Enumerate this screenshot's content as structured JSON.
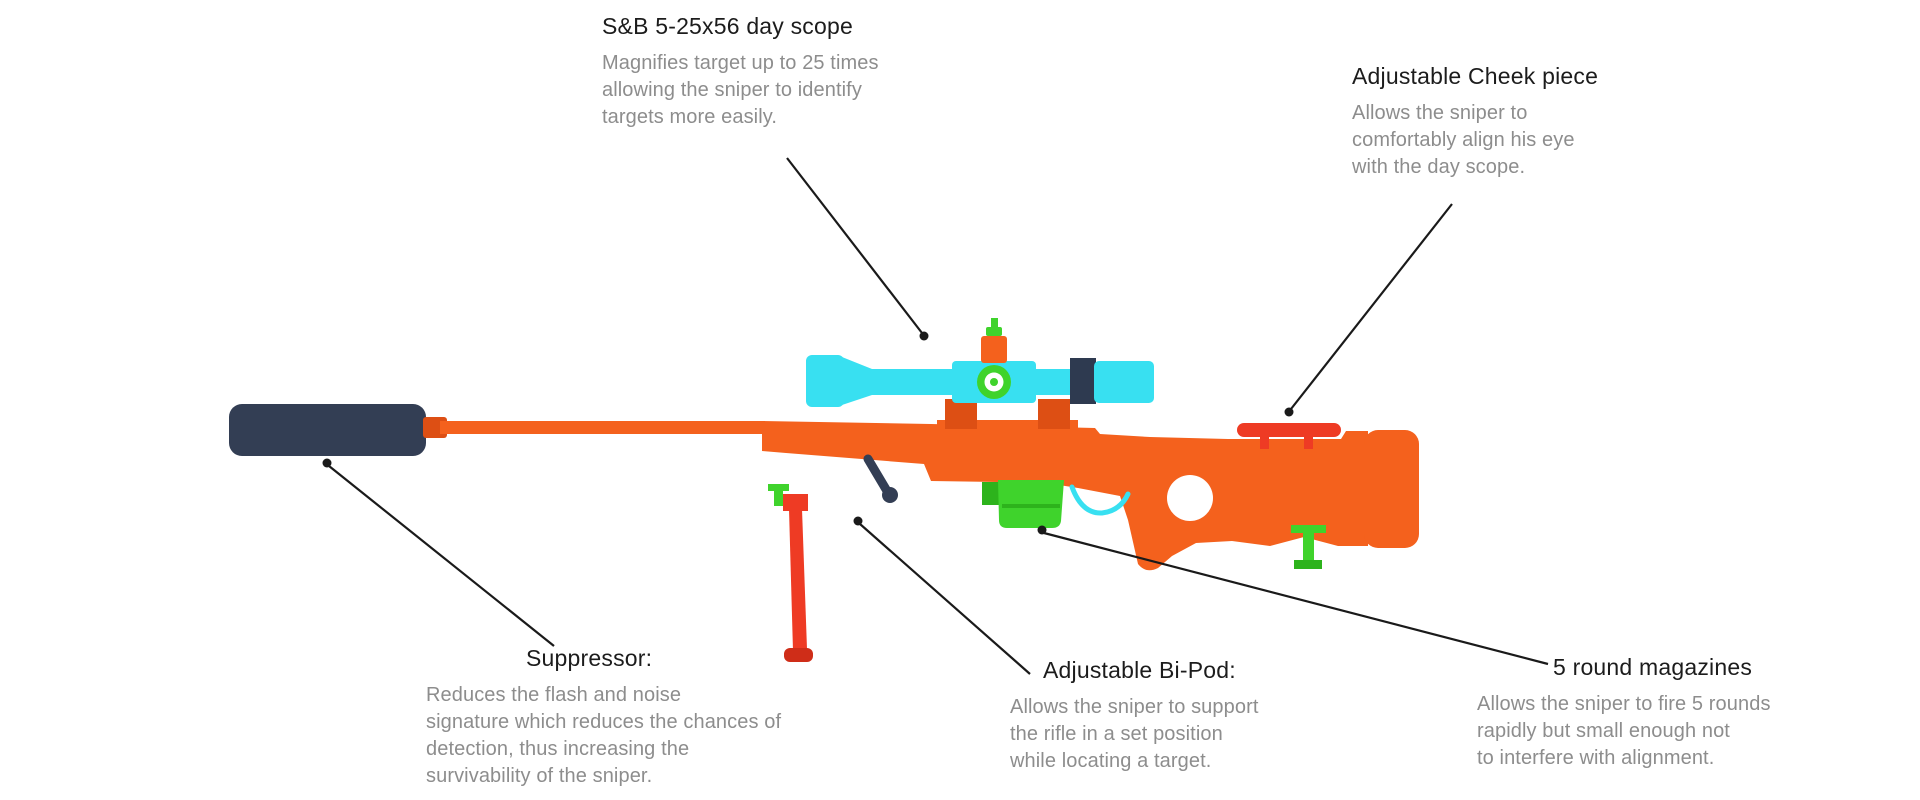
{
  "colors": {
    "background": "#ffffff",
    "title_text": "#1c1c1c",
    "desc_text": "#8d8d8d",
    "callout": "#1a1a1a",
    "body_orange": "#f4611d",
    "body_orange_dark": "#dd4f14",
    "suppressor_navy": "#333e54",
    "scope_cyan": "#38e0f1",
    "scope_ring_navy": "#2e3a50",
    "accent_green": "#3fd32c",
    "accent_green_dark": "#2db31c",
    "accent_red": "#ee3b24",
    "accent_red_dark": "#cf2d18"
  },
  "annotations": {
    "scope": {
      "title": "S&B 5-25x56 day scope",
      "description": "Magnifies target up to 25 times\nallowing the sniper to identify\ntargets more easily."
    },
    "cheek": {
      "title": "Adjustable Cheek piece",
      "description": "Allows the sniper to\ncomfortably align his eye\nwith the day scope."
    },
    "suppressor": {
      "title": "Suppressor:",
      "description": "Reduces the flash and noise\nsignature which reduces the chances of\ndetection, thus increasing the\nsurvivability of the sniper."
    },
    "bipod": {
      "title": "Adjustable Bi-Pod:",
      "description": "Allows the sniper to support\nthe rifle in a set position\nwhile locating a target."
    },
    "magazines": {
      "title": "5 round magazines",
      "description": "Allows the sniper to fire 5 rounds\nrapidly but small enough not\nto interfere with alignment."
    }
  }
}
